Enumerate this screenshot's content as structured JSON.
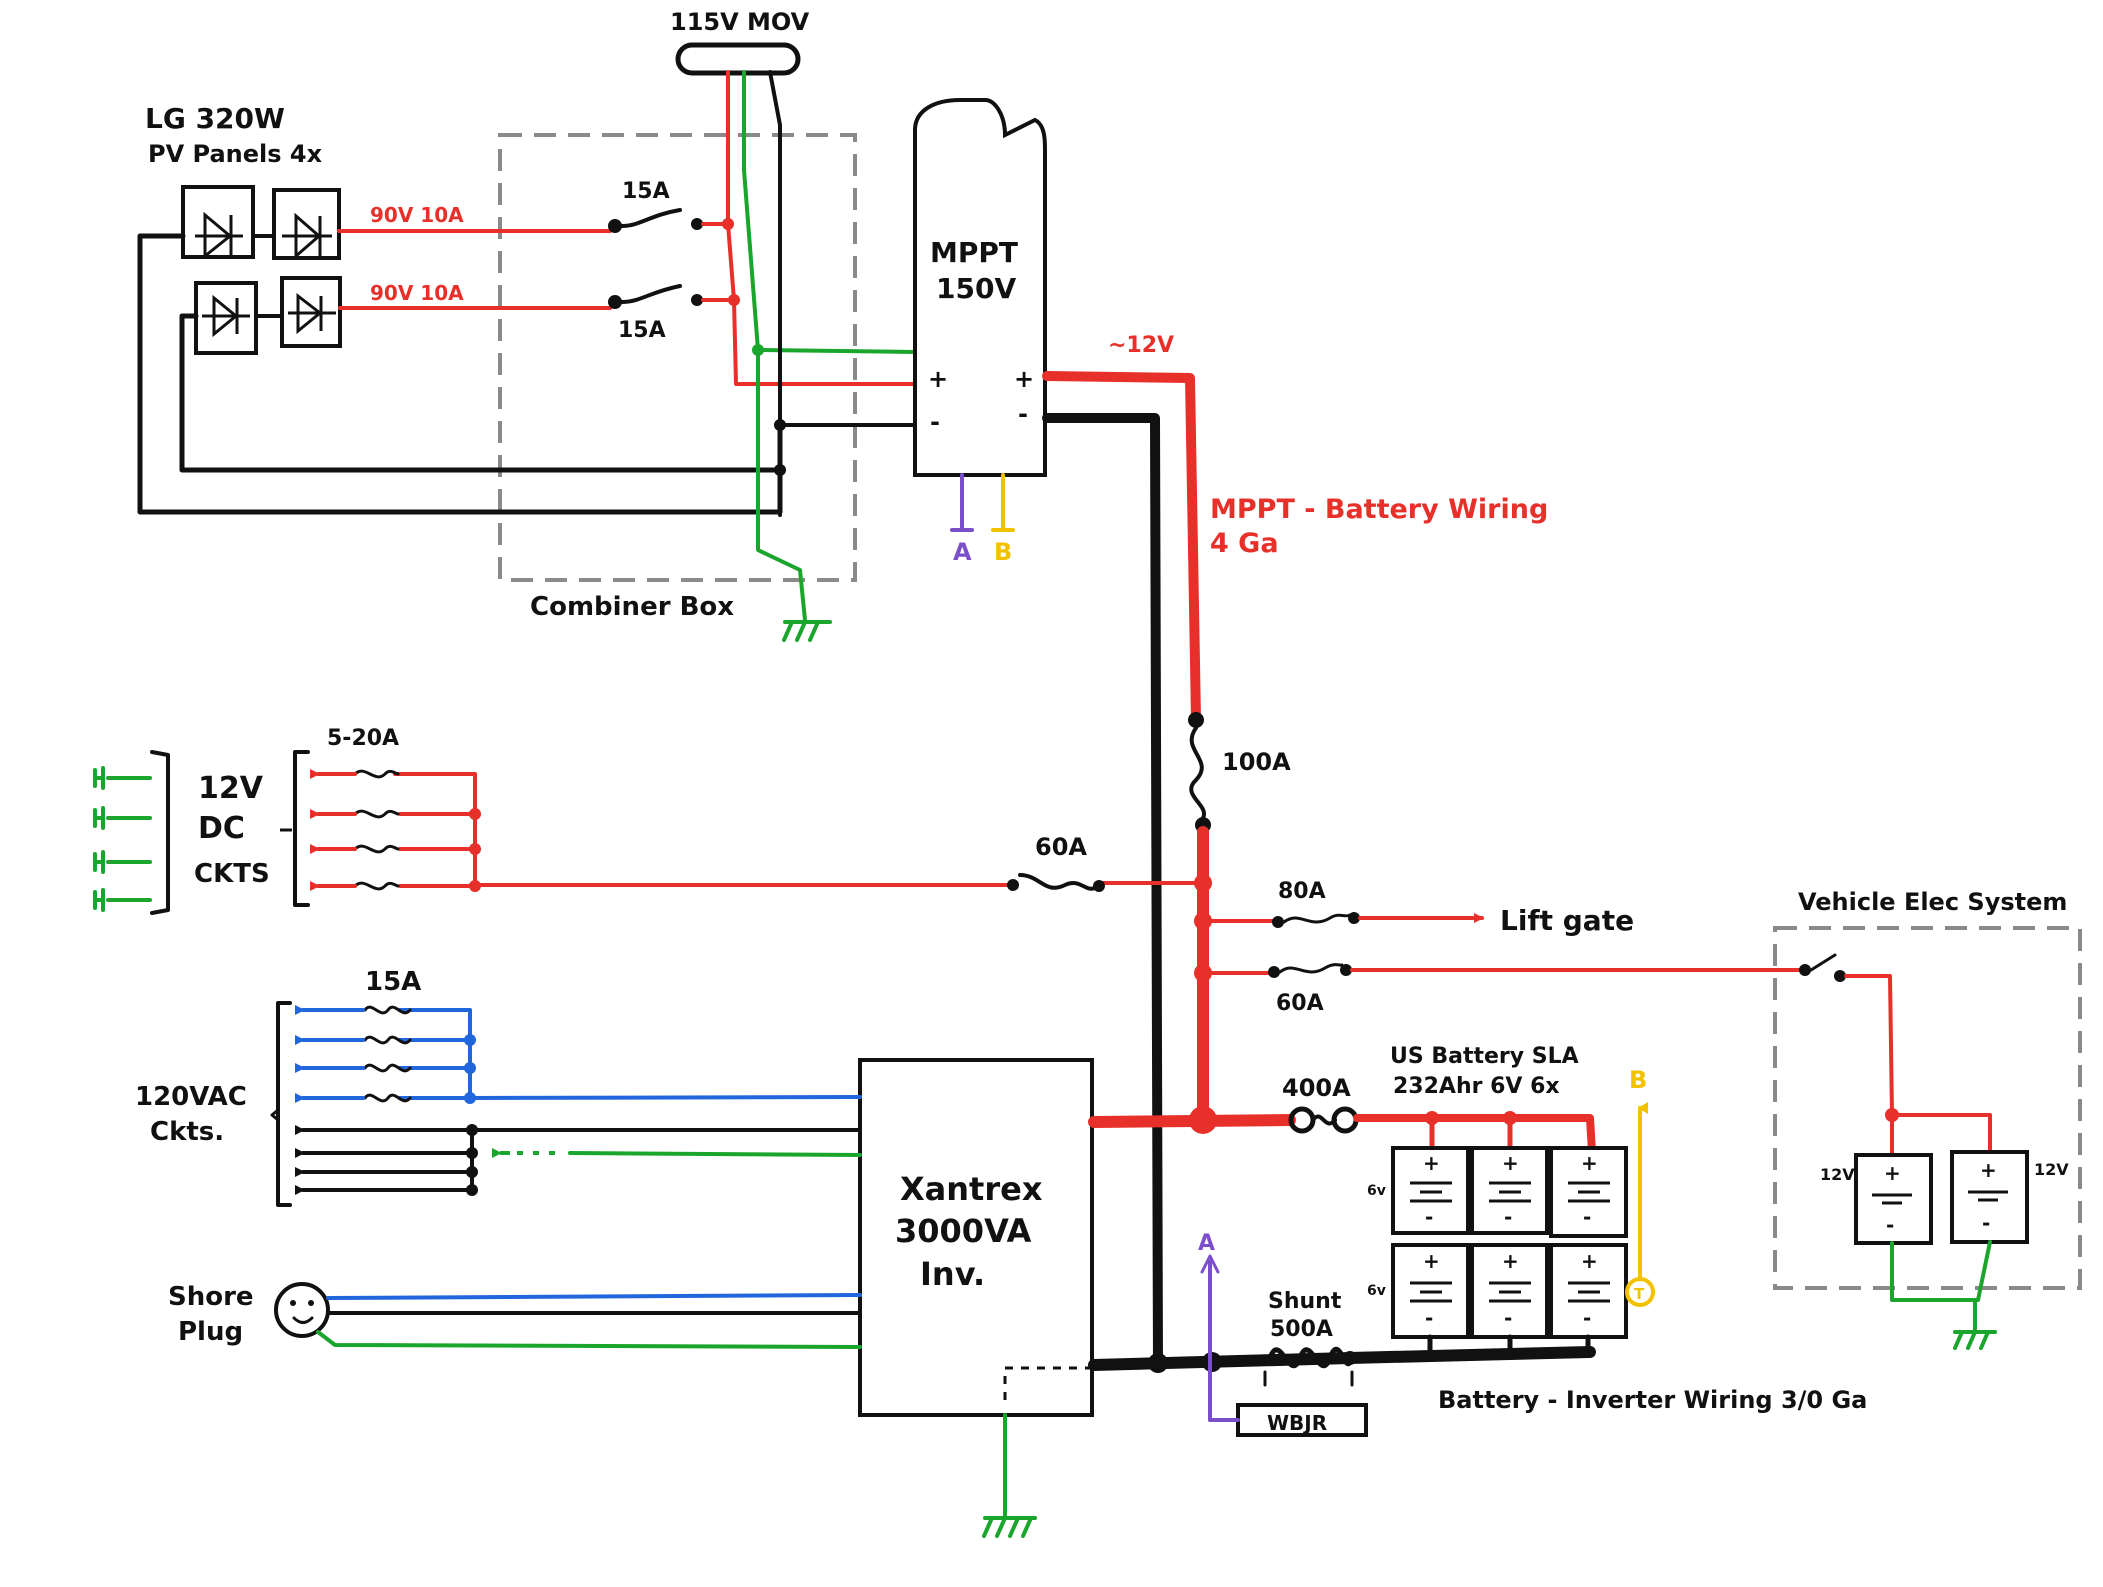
{
  "labels": {
    "mov": "115V MOV",
    "panels_title": "LG 320W",
    "panels_sub": "PV Panels 4x",
    "string1": "90V 10A",
    "string2": "90V 10A",
    "breaker1": "15A",
    "breaker2": "15A",
    "combiner": "Combiner Box",
    "mppt_line1": "MPPT",
    "mppt_line2": "150V",
    "mppt_out_voltage": "~12V",
    "plus": "+",
    "minus": "-",
    "sense_a": "A",
    "sense_b": "B",
    "mppt_wiring_line1": "MPPT - Battery Wiring",
    "mppt_wiring_line2": "4 Ga",
    "fuse_100": "100A",
    "fuse_60_dc": "60A",
    "fuse_5_20": "5-20A",
    "dc_line1": "12V",
    "dc_line2": "DC",
    "dc_line3": "CKTS",
    "fuse_80": "80A",
    "liftgate": "Lift gate",
    "fuse_60_vehicle": "60A",
    "vehicle_title": "Vehicle Elec System",
    "fuse_15_ac": "15A",
    "ac_line1": "120VAC",
    "ac_line2": "Ckts.",
    "inv_line1": "Xantrex",
    "inv_line2": "3000VA",
    "inv_line3": "Inv.",
    "shore_line1": "Shore",
    "shore_line2": "Plug",
    "fuse_400": "400A",
    "battery_line1": "US Battery SLA",
    "battery_line2": "232Ahr 6V 6x",
    "cell_v": "6v",
    "shunt_line1": "Shunt",
    "shunt_line2": "500A",
    "wbjr": "WBJR",
    "inverter_wiring": "Battery - Inverter Wiring 3/0 Ga",
    "v12_left": "12V",
    "v12_right": "12V",
    "temp_sensor": "T"
  },
  "colors": {
    "positive_dc": "#e8302a",
    "negative_dc": "#111111",
    "ground": "#1aa52c",
    "ac_hot": "#2266dd",
    "sense_a": "#7b4fc9",
    "sense_b": "#f2c200",
    "box_dash": "#8a8a8a"
  }
}
